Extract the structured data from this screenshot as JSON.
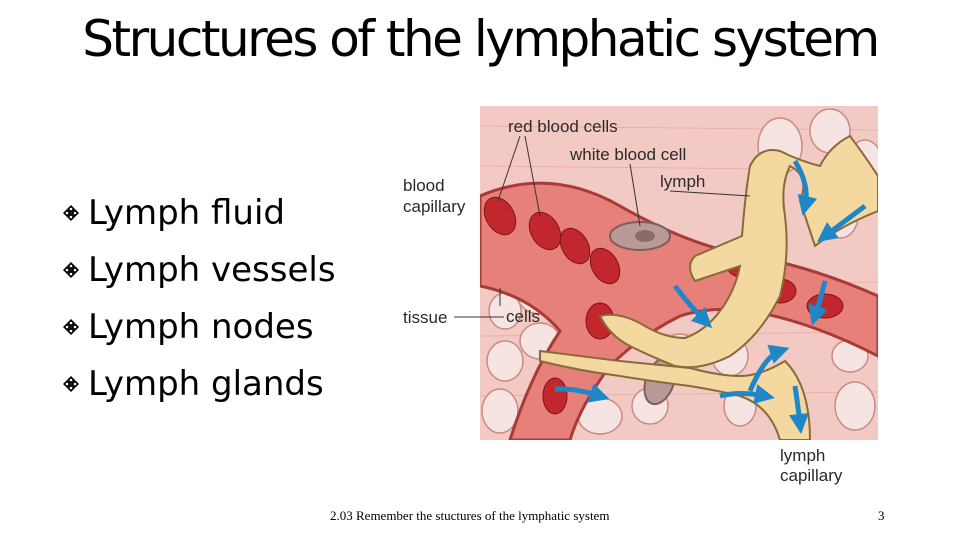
{
  "slide": {
    "title": "Structures of  the lymphatic system",
    "bullets": [
      "Lymph fluid",
      "Lymph vessels",
      "Lymph nodes",
      "Lymph glands"
    ],
    "bullet_icon": "four-diamond-bullet-icon",
    "footer": "2.03 Remember the stuctures of the lymphatic system",
    "page_number": "3"
  },
  "diagram": {
    "labels": {
      "red_blood_cells": "red blood cells",
      "white_blood_cell": "white blood cell",
      "lymph": "lymph",
      "blood_capillary_1": "blood",
      "blood_capillary_2": "capillary",
      "tissue": "tissue",
      "cells": "cells",
      "lymph_capillary_1": "lymph",
      "lymph_capillary_2": "capillary"
    },
    "colors": {
      "tissue_bg": "#f3c9c4",
      "cell_fill": "#f6e4e2",
      "blood_vessel": "#e8807a",
      "red_cell": "#c1272d",
      "lymph_vessel": "#f3d8a0",
      "arrow": "#1f87c8"
    }
  }
}
